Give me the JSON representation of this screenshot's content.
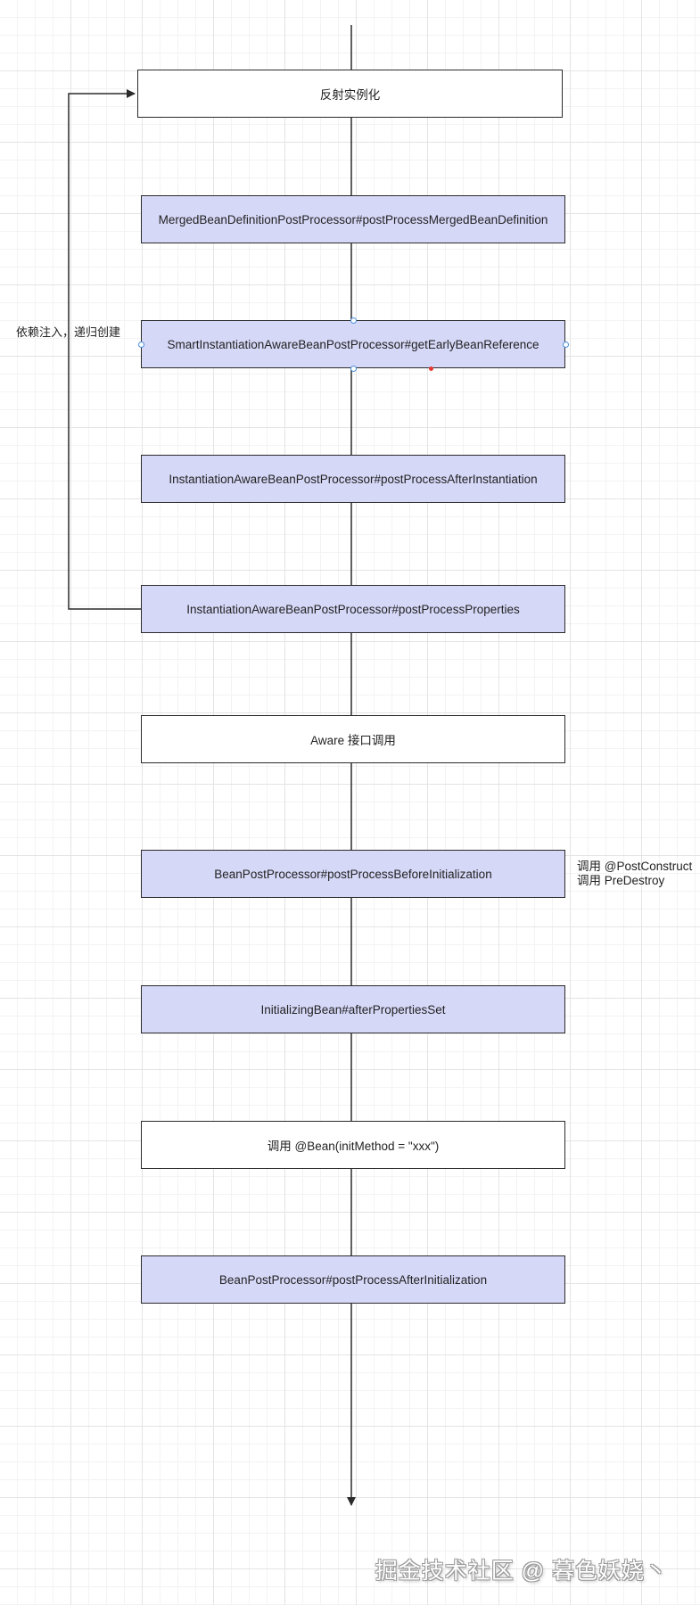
{
  "nodes": [
    {
      "id": "reflect-instantiate",
      "text": "反射实例化",
      "style": "white"
    },
    {
      "id": "merged-bean-definition",
      "text": "MergedBeanDefinitionPostProcessor#postProcessMergedBeanDefinition",
      "style": "purple"
    },
    {
      "id": "smart-instantiation-aware",
      "text": "SmartInstantiationAwareBeanPostProcessor#getEarlyBeanReference",
      "style": "purple"
    },
    {
      "id": "after-instantiation",
      "text": "InstantiationAwareBeanPostProcessor#postProcessAfterInstantiation",
      "style": "purple"
    },
    {
      "id": "post-process-properties",
      "text": "InstantiationAwareBeanPostProcessor#postProcessProperties",
      "style": "purple"
    },
    {
      "id": "aware-interface",
      "text": "Aware 接口调用",
      "style": "white"
    },
    {
      "id": "before-initialization",
      "text": "BeanPostProcessor#postProcessBeforeInitialization",
      "style": "purple"
    },
    {
      "id": "after-properties-set",
      "text": "InitializingBean#afterPropertiesSet",
      "style": "purple"
    },
    {
      "id": "init-method",
      "text": "调用 @Bean(initMethod = \"xxx\")",
      "style": "white"
    },
    {
      "id": "after-initialization",
      "text": "BeanPostProcessor#postProcessAfterInitialization",
      "style": "purple"
    }
  ],
  "edges": [
    {
      "from": "post-process-properties",
      "to": "reflect-instantiate",
      "label": "依赖注入，递归创建"
    }
  ],
  "side_note": {
    "line1": "调用 @PostConstruct",
    "line2": "调用 PreDestroy"
  },
  "watermark": "掘金技术社区 @ 暮色妖娆丶",
  "colors": {
    "box_fill_purple": "#d6d8f8",
    "box_fill_white": "#ffffff",
    "stroke": "#2b2b2b",
    "grid": "#e4e4e4"
  }
}
